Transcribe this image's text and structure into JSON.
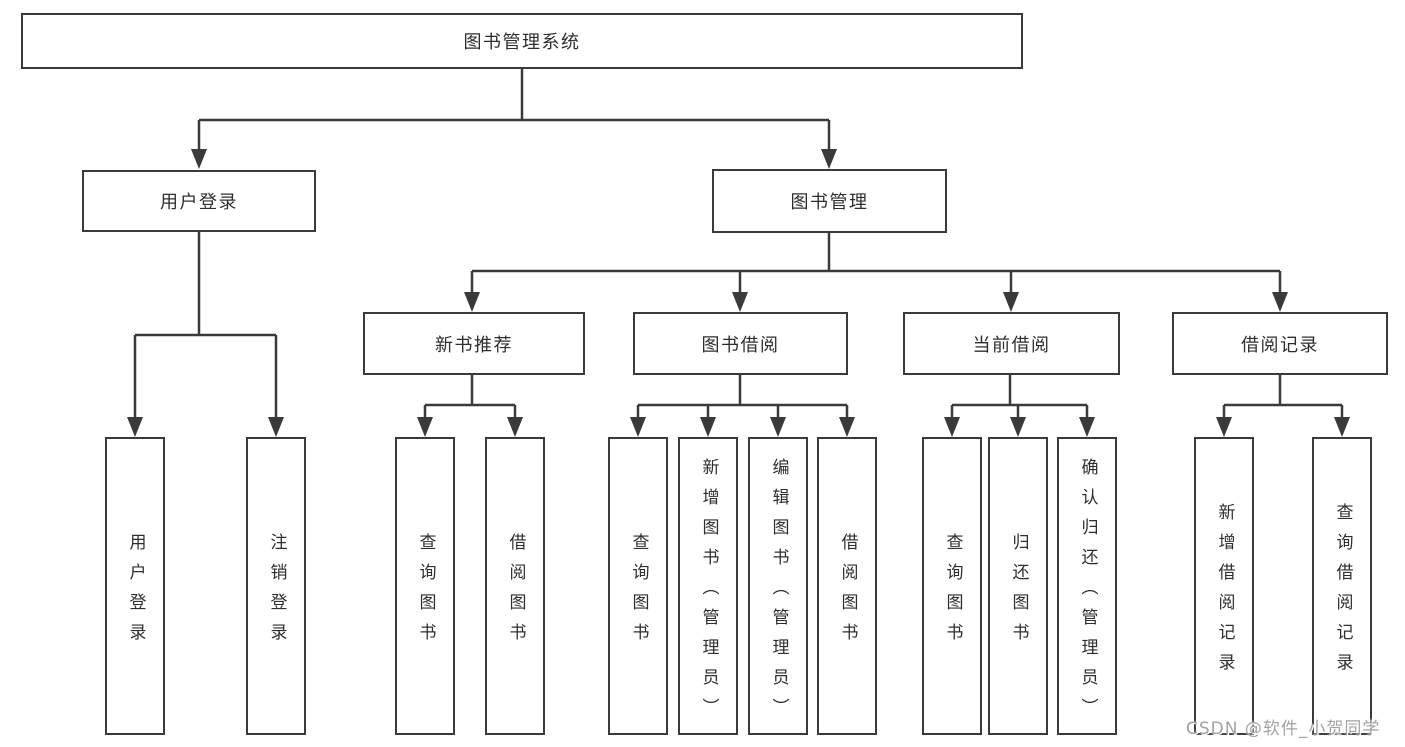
{
  "tree": {
    "label": "图书管理系统",
    "children": [
      {
        "label": "用户登录",
        "children": [
          {
            "label": "用户登录"
          },
          {
            "label": "注销登录"
          }
        ]
      },
      {
        "label": "图书管理",
        "children": [
          {
            "label": "新书推荐",
            "children": [
              {
                "label": "查询图书"
              },
              {
                "label": "借阅图书"
              }
            ]
          },
          {
            "label": "图书借阅",
            "children": [
              {
                "label": "查询图书"
              },
              {
                "label": "新增图书（管理员）"
              },
              {
                "label": "编辑图书（管理员）"
              },
              {
                "label": "借阅图书"
              }
            ]
          },
          {
            "label": "当前借阅",
            "children": [
              {
                "label": "查询图书"
              },
              {
                "label": "归还图书"
              },
              {
                "label": "确认归还（管理员）"
              }
            ]
          },
          {
            "label": "借阅记录",
            "children": [
              {
                "label": "新增借阅记录"
              },
              {
                "label": "查询借阅记录"
              }
            ]
          }
        ]
      }
    ]
  },
  "watermark": {
    "text": "CSDN @软件_小贺同学"
  },
  "colors": {
    "line": "#3a3a3a",
    "text": "#2e2e2e",
    "watermark": "#a3a3a3",
    "background": "#ffffff"
  }
}
